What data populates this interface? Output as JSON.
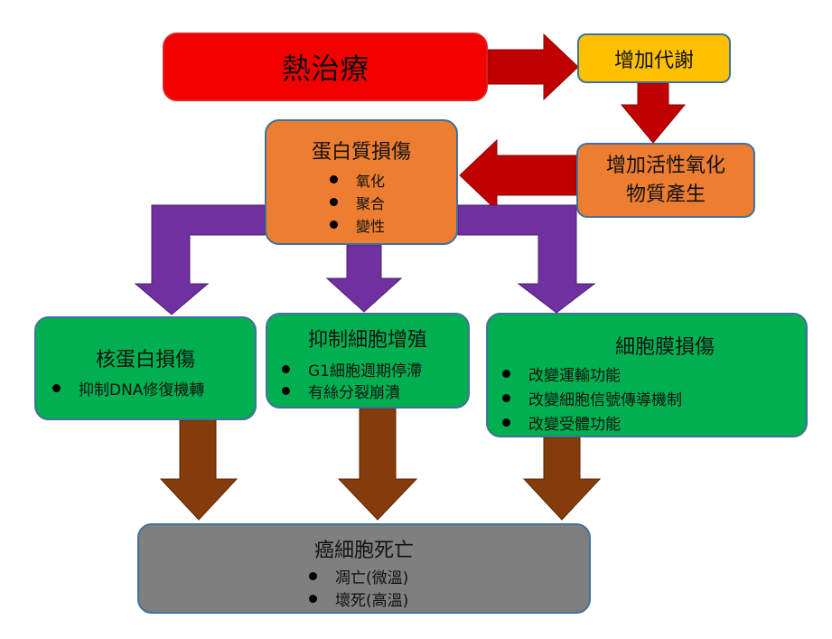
{
  "colors": {
    "red": "#f20000",
    "yellow": "#ffc000",
    "orange": "#ed7d31",
    "green": "#00b050",
    "gray": "#7f7f7f",
    "arrow_red": "#c00000",
    "arrow_purple": "#7030a0",
    "arrow_brown": "#843c0c",
    "border_blue": "#41719c"
  },
  "nodes": {
    "heat": {
      "title": "熱治療"
    },
    "metabolism": {
      "title": "增加代謝"
    },
    "ros": {
      "title": "增加活性氧化物質產生"
    },
    "protein": {
      "title": "蛋白質損傷",
      "items": [
        "氧化",
        "聚合",
        "變性"
      ]
    },
    "nuclear": {
      "title": "核蛋白損傷",
      "items": [
        "抑制DNA修復機轉"
      ]
    },
    "proliferation": {
      "title": "抑制細胞增殖",
      "items": [
        "G1細胞週期停滯",
        "有絲分裂崩潰"
      ]
    },
    "membrane": {
      "title": "細胞膜損傷",
      "items": [
        "改變運輸功能",
        "改變細胞信號傳導機制",
        "改變受體功能"
      ]
    },
    "death": {
      "title": "癌細胞死亡",
      "items": [
        "凋亡(微溫)",
        "壞死(高溫)"
      ]
    }
  },
  "edges": [
    {
      "from": "heat",
      "to": "metabolism",
      "color": "arrow_red"
    },
    {
      "from": "metabolism",
      "to": "ros",
      "color": "arrow_red"
    },
    {
      "from": "ros",
      "to": "protein",
      "color": "arrow_red"
    },
    {
      "from": "protein",
      "to": "nuclear",
      "color": "arrow_purple"
    },
    {
      "from": "protein",
      "to": "proliferation",
      "color": "arrow_purple"
    },
    {
      "from": "protein",
      "to": "membrane",
      "color": "arrow_purple"
    },
    {
      "from": "nuclear",
      "to": "death",
      "color": "arrow_brown"
    },
    {
      "from": "proliferation",
      "to": "death",
      "color": "arrow_brown"
    },
    {
      "from": "membrane",
      "to": "death",
      "color": "arrow_brown"
    }
  ]
}
